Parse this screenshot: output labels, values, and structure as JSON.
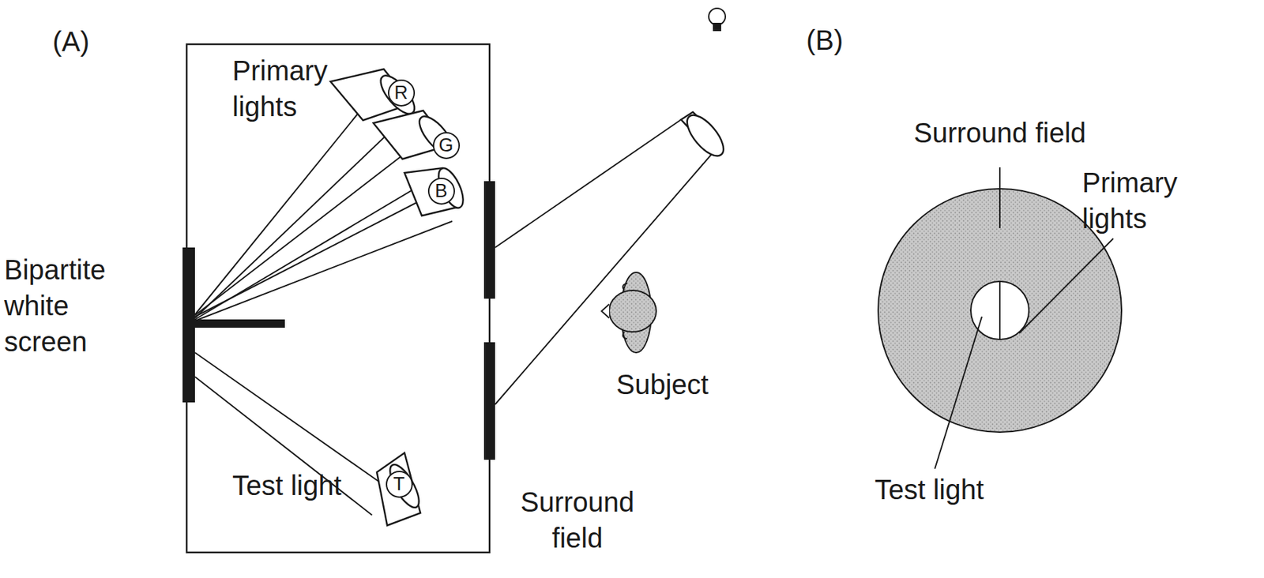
{
  "diagram": {
    "nodes": [
      {
        "text": [
          "R"
        ]
      },
      {
        "text": [
          "G"
        ]
      },
      {
        "text": [
          "B"
        ]
      },
      {
        "text": [
          "T"
        ]
      }
    ],
    "labels": [
      "(A)",
      "Primary lights",
      "Bipartite white screen",
      "Test light",
      "Subject",
      "Surround field",
      "(B)",
      "Surround field",
      "Primary lights",
      "Test light"
    ]
  }
}
